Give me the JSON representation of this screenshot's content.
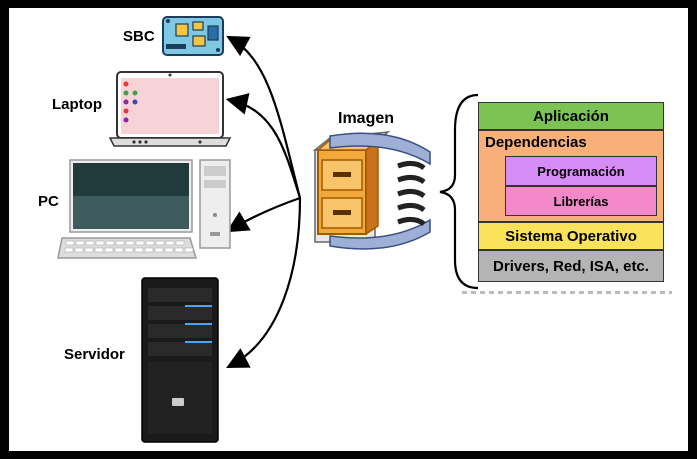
{
  "devices": {
    "sbc": "SBC",
    "laptop": "Laptop",
    "pc": "PC",
    "servidor": "Servidor"
  },
  "image": {
    "label": "Imagen",
    "icon": "compressed-archive-icon"
  },
  "stack": {
    "aplicacion": "Aplicación",
    "dependencias": "Dependencias",
    "programacion": "Programación",
    "librerias": "Librerías",
    "sistema_operativo": "Sistema Operativo",
    "drivers": "Drivers, Red, ISA, etc."
  },
  "colors": {
    "aplicacion": "#7cc354",
    "dependencias": "#f7b07a",
    "programacion": "#d58cf5",
    "librerias": "#f389c8",
    "sistema_operativo": "#fbe25b",
    "drivers": "#b4b4b4"
  }
}
